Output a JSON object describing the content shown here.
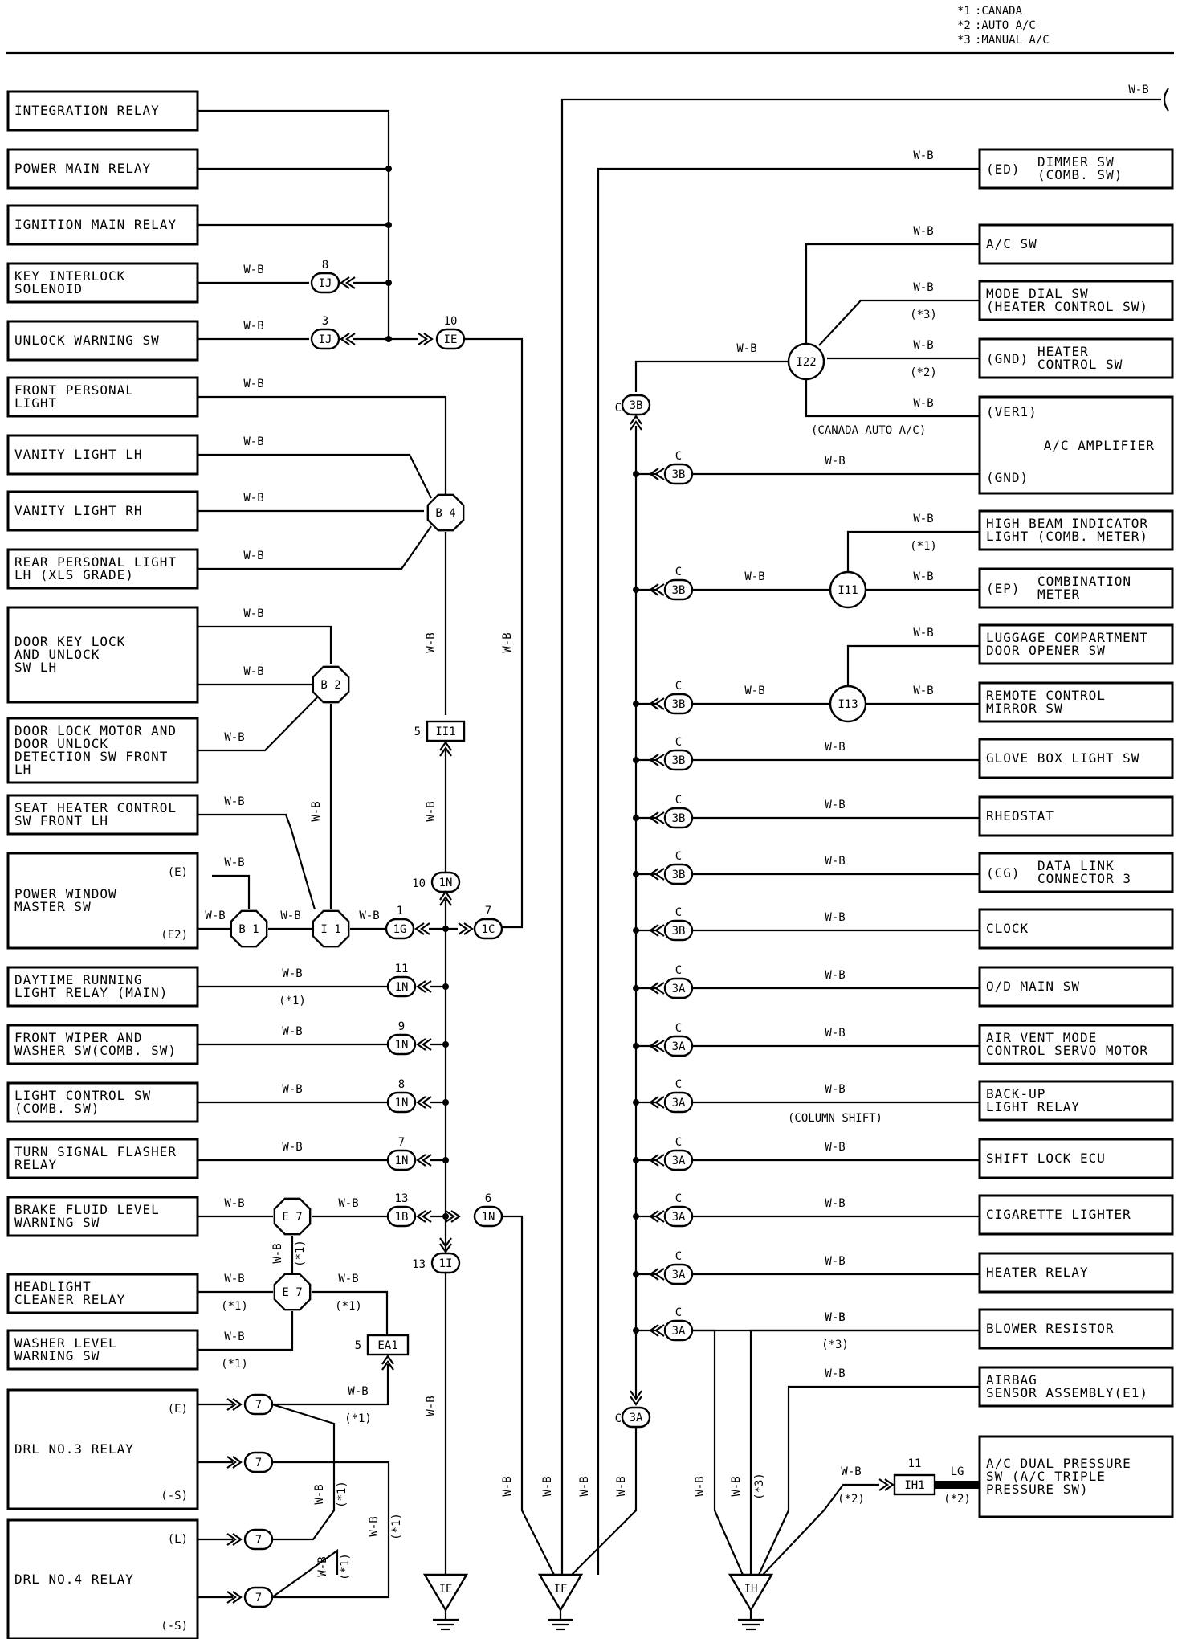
{
  "legend": [
    {
      "key": "*1",
      "value": ":CANADA"
    },
    {
      "key": "*2",
      "value": ":AUTO A/C"
    },
    {
      "key": "*3",
      "value": ":MANUAL A/C"
    }
  ],
  "left_components": [
    {
      "lines": [
        "INTEGRATION RELAY"
      ]
    },
    {
      "lines": [
        "POWER MAIN RELAY"
      ]
    },
    {
      "lines": [
        "IGNITION MAIN RELAY"
      ]
    },
    {
      "lines": [
        "KEY INTERLOCK",
        "SOLENOID"
      ]
    },
    {
      "lines": [
        "UNLOCK WARNING SW"
      ]
    },
    {
      "lines": [
        "FRONT PERSONAL",
        "LIGHT"
      ]
    },
    {
      "lines": [
        "VANITY LIGHT LH"
      ]
    },
    {
      "lines": [
        "VANITY LIGHT RH"
      ]
    },
    {
      "lines": [
        "REAR PERSONAL LIGHT",
        "LH (XLS GRADE)"
      ]
    },
    {
      "lines": [
        "DOOR KEY LOCK",
        "AND UNLOCK",
        "SW LH"
      ]
    },
    {
      "lines": [
        "DOOR LOCK MOTOR AND",
        "DOOR UNLOCK",
        "DETECTION SW FRONT",
        "LH"
      ]
    },
    {
      "lines": [
        "SEAT HEATER CONTROL",
        "SW FRONT LH"
      ]
    },
    {
      "lines": [
        "POWER WINDOW",
        "MASTER SW"
      ],
      "pins": [
        "(E)",
        "(E2)"
      ]
    },
    {
      "lines": [
        "DAYTIME RUNNING",
        "LIGHT RELAY (MAIN)"
      ]
    },
    {
      "lines": [
        "FRONT WIPER AND",
        "WASHER SW(COMB. SW)"
      ]
    },
    {
      "lines": [
        "LIGHT CONTROL SW",
        "(COMB. SW)"
      ]
    },
    {
      "lines": [
        "TURN SIGNAL FLASHER",
        "RELAY"
      ]
    },
    {
      "lines": [
        "BRAKE FLUID LEVEL",
        "WARNING SW"
      ]
    },
    {
      "lines": [
        "HEADLIGHT",
        "CLEANER RELAY"
      ]
    },
    {
      "lines": [
        "WASHER LEVEL",
        "WARNING SW"
      ]
    },
    {
      "lines": [
        "DRL NO.3 RELAY"
      ],
      "pins": [
        "(E)",
        "(-S)"
      ]
    },
    {
      "lines": [
        "DRL NO.4 RELAY"
      ],
      "pins": [
        "(L)",
        "(-S)"
      ]
    }
  ],
  "right_components": [
    {
      "pin": "(ED)",
      "lines": [
        "DIMMER SW",
        "(COMB. SW)"
      ]
    },
    {
      "pin": "",
      "lines": [
        "A/C SW"
      ]
    },
    {
      "pin": "",
      "lines": [
        "MODE DIAL SW",
        "(HEATER CONTROL SW)"
      ]
    },
    {
      "pin": "(GND)",
      "lines": [
        "HEATER",
        "CONTROL SW"
      ]
    },
    {
      "pin": "(VER1)",
      "lines": [
        "A/C AMPLIFIER"
      ],
      "pin2": "(GND)"
    },
    {
      "pin": "",
      "lines": [
        "HIGH BEAM INDICATOR",
        "LIGHT (COMB. METER)"
      ]
    },
    {
      "pin": "(EP)",
      "lines": [
        "COMBINATION",
        "METER"
      ]
    },
    {
      "pin": "",
      "lines": [
        "LUGGAGE COMPARTMENT",
        "DOOR OPENER SW"
      ]
    },
    {
      "pin": "",
      "lines": [
        "REMOTE CONTROL",
        "MIRROR SW"
      ]
    },
    {
      "pin": "",
      "lines": [
        "GLOVE BOX LIGHT SW"
      ]
    },
    {
      "pin": "",
      "lines": [
        "RHEOSTAT"
      ]
    },
    {
      "pin": "(CG)",
      "lines": [
        "DATA LINK",
        "CONNECTOR 3"
      ]
    },
    {
      "pin": "",
      "lines": [
        "CLOCK"
      ]
    },
    {
      "pin": "",
      "lines": [
        "O/D MAIN SW"
      ]
    },
    {
      "pin": "",
      "lines": [
        "AIR VENT MODE",
        "CONTROL SERVO MOTOR"
      ]
    },
    {
      "pin": "",
      "lines": [
        "BACK-UP",
        "LIGHT RELAY"
      ]
    },
    {
      "pin": "",
      "lines": [
        "SHIFT LOCK ECU"
      ]
    },
    {
      "pin": "",
      "lines": [
        "CIGARETTE LIGHTER"
      ]
    },
    {
      "pin": "",
      "lines": [
        "HEATER RELAY"
      ]
    },
    {
      "pin": "",
      "lines": [
        "BLOWER RESISTOR"
      ]
    },
    {
      "pin": "",
      "lines": [
        "AIRBAG",
        "SENSOR ASSEMBLY(E1)"
      ]
    },
    {
      "pin": "",
      "lines": [
        "A/C DUAL PRESSURE",
        "SW (A/C TRIPLE",
        "PRESSURE SW)"
      ]
    }
  ],
  "labels": {
    "wire_color": "W-B",
    "lg": "LG",
    "note1": "(*1)",
    "note2": "(*2)",
    "note3": "(*3)",
    "canada_auto": "(CANADA AUTO A/C)",
    "column_shift": "(COLUMN SHIFT)",
    "c": "C"
  },
  "connectors": {
    "IJ": "IJ",
    "IE": "IE",
    "III": "II1",
    "IN": "1N",
    "IG": "1G",
    "IC": "1C",
    "IB": "1B",
    "II": "1I",
    "EA1": "EA1",
    "C7": "7",
    "B4": "B 4",
    "B2": "B 2",
    "B1": "B 1",
    "I1": "I 1",
    "E7": "E 7",
    "I22": "I22",
    "I11": "I11",
    "I13": "I13",
    "3B": "3B",
    "3A": "3A",
    "IH1": "IH1"
  },
  "pin_numbers": {
    "p8": "8",
    "p3": "3",
    "p10": "10",
    "p5": "5",
    "p1": "1",
    "p7": "7",
    "p11": "11",
    "p9": "9",
    "p13": "13",
    "p6": "6"
  },
  "grounds": [
    "IE",
    "IF",
    "IH"
  ]
}
